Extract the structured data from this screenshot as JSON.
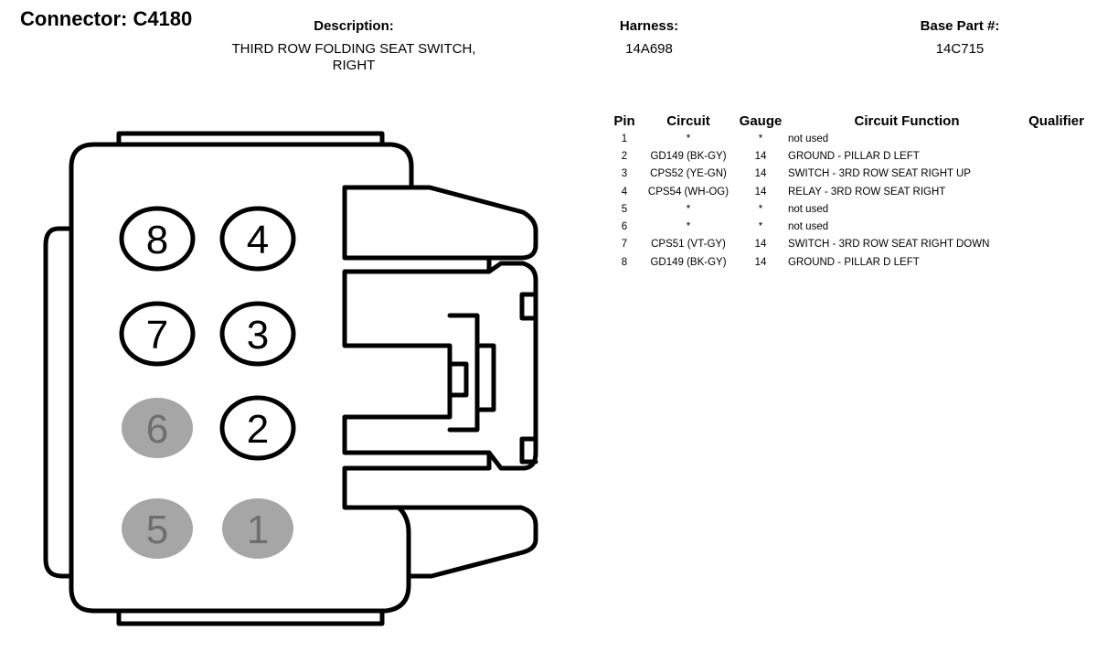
{
  "header": {
    "connector": "Connector: C4180",
    "description_label": "Description:",
    "description_lines": [
      "THIRD ROW FOLDING SEAT SWITCH,",
      "RIGHT"
    ],
    "harness_label": "Harness:",
    "harness_value": "14A698",
    "base_part_label": "Base Part #:",
    "base_part_value": "14C715"
  },
  "table": {
    "columns": [
      "Pin",
      "Circuit",
      "Gauge",
      "Circuit Function",
      "Qualifier"
    ],
    "rows": [
      {
        "pin": "1",
        "circuit": "*",
        "gauge": "*",
        "function": "not used",
        "qualifier": ""
      },
      {
        "pin": "2",
        "circuit": "GD149 (BK-GY)",
        "gauge": "14",
        "function": "GROUND - PILLAR D LEFT",
        "qualifier": ""
      },
      {
        "pin": "3",
        "circuit": "CPS52 (YE-GN)",
        "gauge": "14",
        "function": "SWITCH - 3RD ROW SEAT RIGHT UP",
        "qualifier": ""
      },
      {
        "pin": "4",
        "circuit": "CPS54 (WH-OG)",
        "gauge": "14",
        "function": "RELAY - 3RD ROW SEAT RIGHT",
        "qualifier": ""
      },
      {
        "pin": "5",
        "circuit": "*",
        "gauge": "*",
        "function": "not used",
        "qualifier": ""
      },
      {
        "pin": "6",
        "circuit": "*",
        "gauge": "*",
        "function": "not used",
        "qualifier": ""
      },
      {
        "pin": "7",
        "circuit": "CPS51 (VT-GY)",
        "gauge": "14",
        "function": "SWITCH - 3RD ROW SEAT RIGHT DOWN",
        "qualifier": ""
      },
      {
        "pin": "8",
        "circuit": "GD149 (BK-GY)",
        "gauge": "14",
        "function": "GROUND - PILLAR D LEFT",
        "qualifier": ""
      }
    ]
  },
  "diagram": {
    "pins": [
      {
        "label": "8",
        "used": true
      },
      {
        "label": "4",
        "used": true
      },
      {
        "label": "7",
        "used": true
      },
      {
        "label": "3",
        "used": true
      },
      {
        "label": "6",
        "used": false
      },
      {
        "label": "2",
        "used": true
      },
      {
        "label": "5",
        "used": false
      },
      {
        "label": "1",
        "used": false
      }
    ],
    "colors": {
      "used_fill": "#ffffff",
      "unused_fill": "#a6a6a6",
      "used_text": "#000000",
      "unused_text": "#6e6e6e",
      "outline": "#000000"
    }
  }
}
